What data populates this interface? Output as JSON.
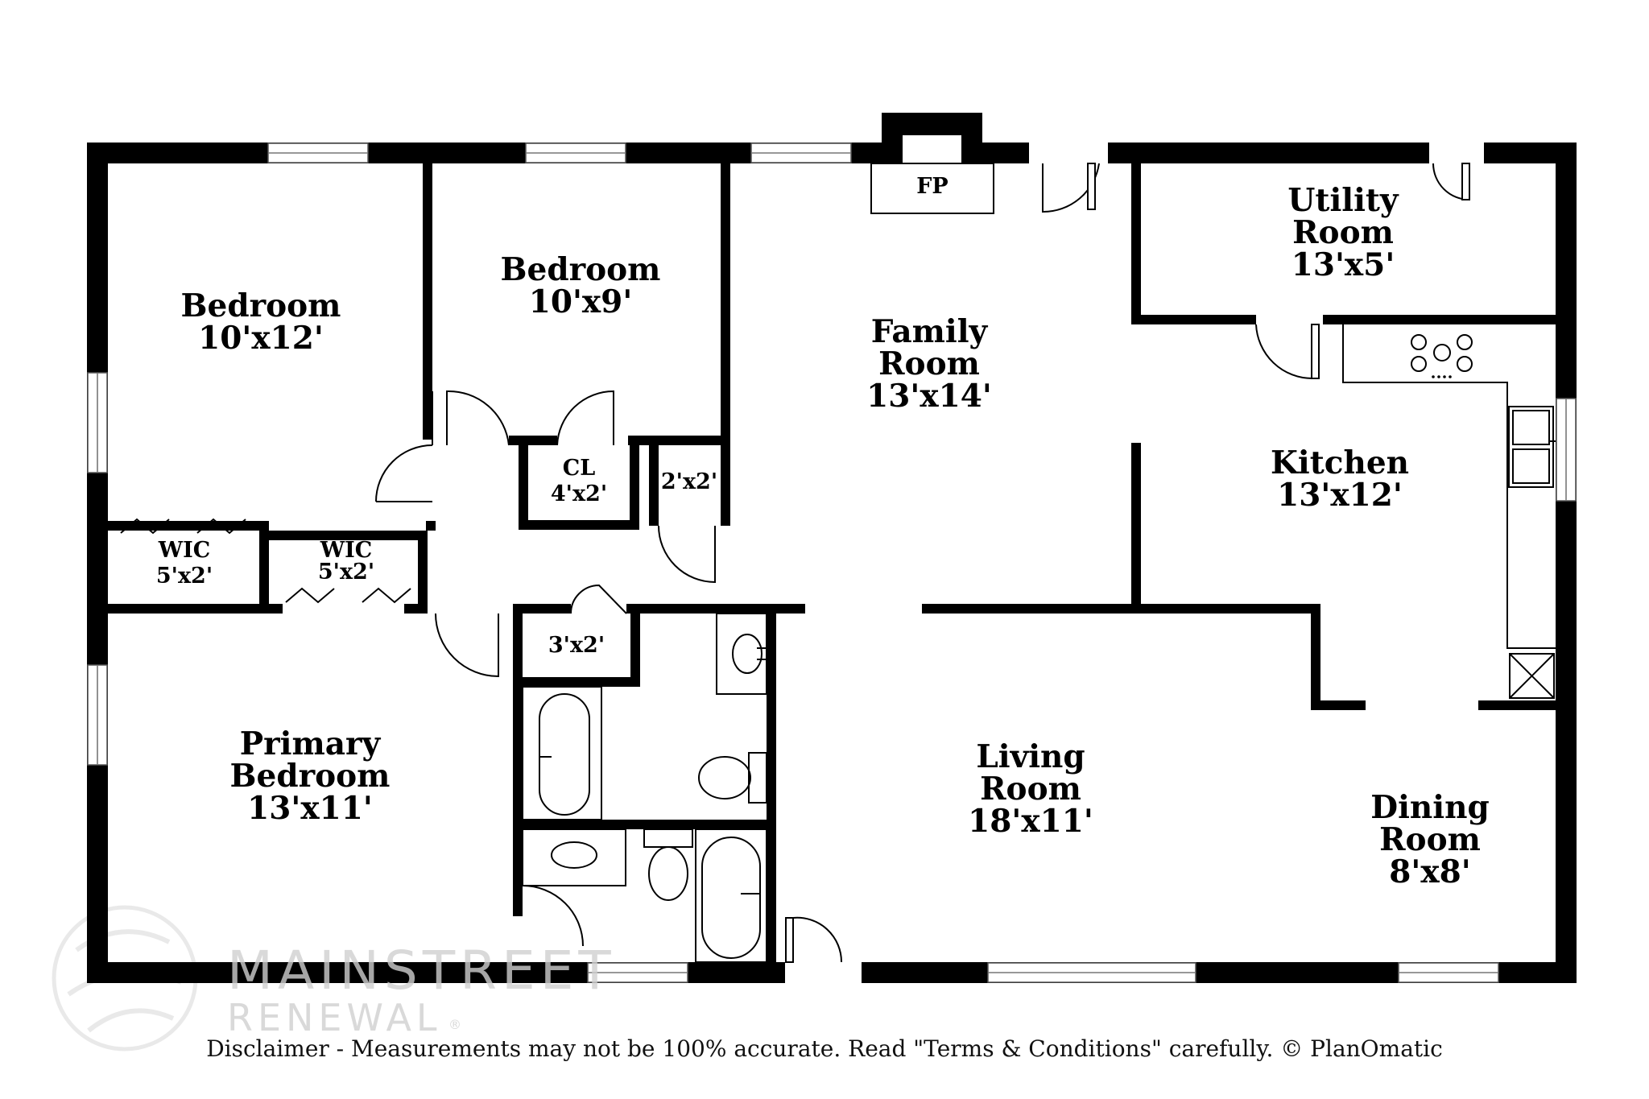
{
  "plan": {
    "rooms": [
      {
        "key": "bed1",
        "name": "Bedroom",
        "size": "10'x12'"
      },
      {
        "key": "bed2",
        "name": "Bedroom",
        "size": "10'x9'"
      },
      {
        "key": "family",
        "name_line1": "Family",
        "name_line2": "Room",
        "size": "13'x14'"
      },
      {
        "key": "utility",
        "name_line1": "Utility",
        "name_line2": "Room",
        "size": "13'x5'"
      },
      {
        "key": "kitchen",
        "name": "Kitchen",
        "size": "13'x12'"
      },
      {
        "key": "primary",
        "name_line1": "Primary",
        "name_line2": "Bedroom",
        "size": "13'x11'"
      },
      {
        "key": "living",
        "name_line1": "Living",
        "name_line2": "Room",
        "size": "18'x11'"
      },
      {
        "key": "dining",
        "name_line1": "Dining",
        "name_line2": "Room",
        "size": "8'x8'"
      },
      {
        "key": "wic1",
        "name": "WIC",
        "size": "5'x2'"
      },
      {
        "key": "wic2",
        "name": "WIC",
        "size": "5'x2'"
      },
      {
        "key": "closet",
        "name": "CL",
        "size": "4'x2'"
      },
      {
        "key": "closet2",
        "size": "2'x2'"
      },
      {
        "key": "closet3",
        "size": "3'x2'"
      }
    ],
    "fireplace": "FP",
    "icons": [
      "fireplace",
      "range-cooktop",
      "double-sink",
      "water-heater",
      "bathtub",
      "toilet",
      "sink",
      "door-swing",
      "bifold-door",
      "window"
    ]
  },
  "watermark": {
    "line1": "MAINSTREET",
    "line2": "RENEWAL",
    "mark": "®"
  },
  "disclaimer": "Disclaimer - Measurements may not be 100% accurate. Read \"Terms & Conditions\" carefully. © PlanOmatic"
}
